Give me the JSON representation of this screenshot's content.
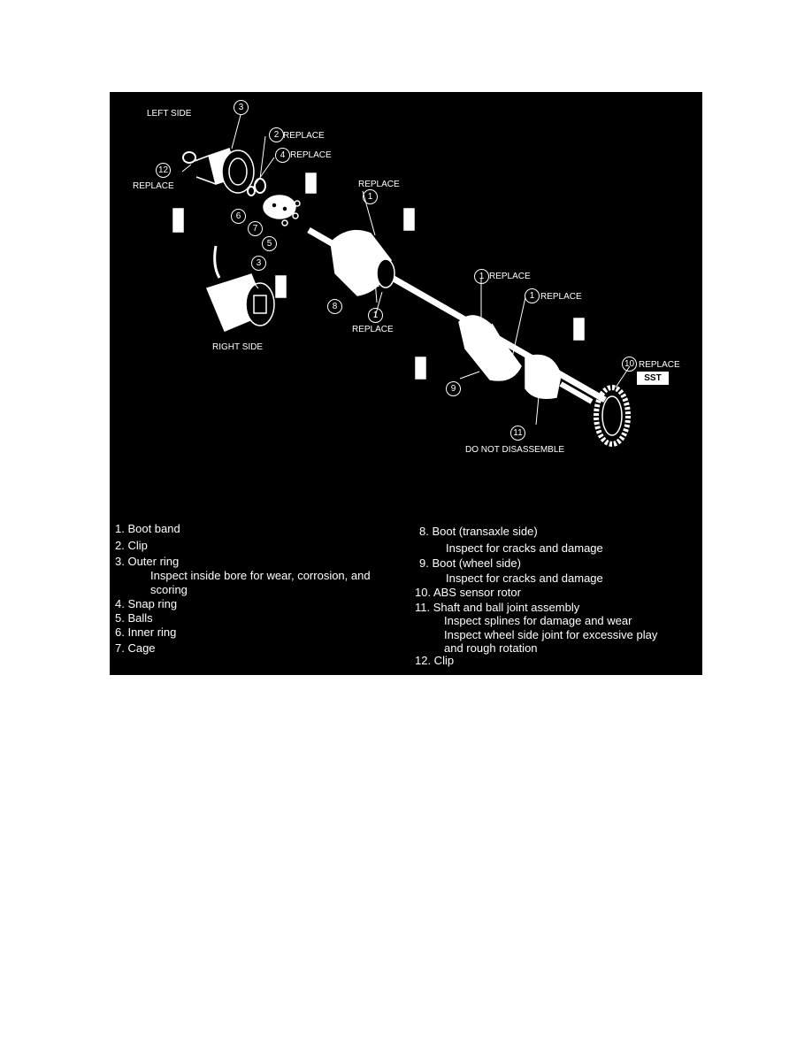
{
  "diagram": {
    "labels": {
      "left_side": "LEFT SIDE",
      "right_side": "RIGHT SIDE",
      "replace": "REPLACE",
      "do_not_disassemble": "DO NOT DISASSEMBLE",
      "sst": "SST"
    },
    "callouts": [
      "1",
      "2",
      "3",
      "4",
      "5",
      "6",
      "7",
      "8",
      "9",
      "10",
      "11",
      "12"
    ]
  },
  "legend": {
    "left": [
      {
        "text": "1.  Boot band"
      },
      {
        "text": "2.  Clip"
      },
      {
        "text": "3.  Outer ring"
      },
      {
        "text": "Inspect inside bore for wear, corrosion, and"
      },
      {
        "text": "scoring"
      },
      {
        "text": "4.  Snap ring"
      },
      {
        "text": "5.  Balls"
      },
      {
        "text": "6.  Inner ring"
      },
      {
        "text": "7.  Cage"
      }
    ],
    "right": [
      {
        "text": "8.  Boot (transaxle side)"
      },
      {
        "text": "Inspect for cracks and damage"
      },
      {
        "text": "9.  Boot (wheel side)"
      },
      {
        "text": "Inspect for cracks and damage"
      },
      {
        "text": "10.  ABS sensor rotor"
      },
      {
        "text": "11.  Shaft and ball joint assembly"
      },
      {
        "text": "Inspect splines for damage and wear"
      },
      {
        "text": "Inspect wheel side joint for excessive play"
      },
      {
        "text": "and rough rotation"
      },
      {
        "text": "12.  Clip"
      }
    ]
  }
}
